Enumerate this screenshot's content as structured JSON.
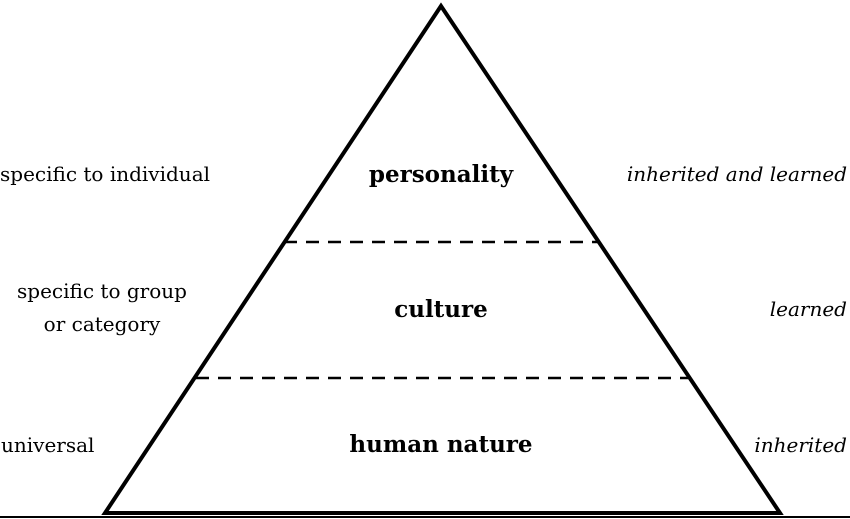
{
  "layers": [
    {
      "name": "personality",
      "left_label": [
        "specific to individual"
      ],
      "right_label": "inherited and learned"
    },
    {
      "name": "culture",
      "left_label": [
        "specific to group",
        "or category"
      ],
      "right_label": "learned"
    },
    {
      "name": "human nature",
      "left_label": [
        "universal"
      ],
      "right_label": "inherited"
    }
  ],
  "colors": {
    "stroke": "#000000",
    "background": "#ffffff"
  }
}
